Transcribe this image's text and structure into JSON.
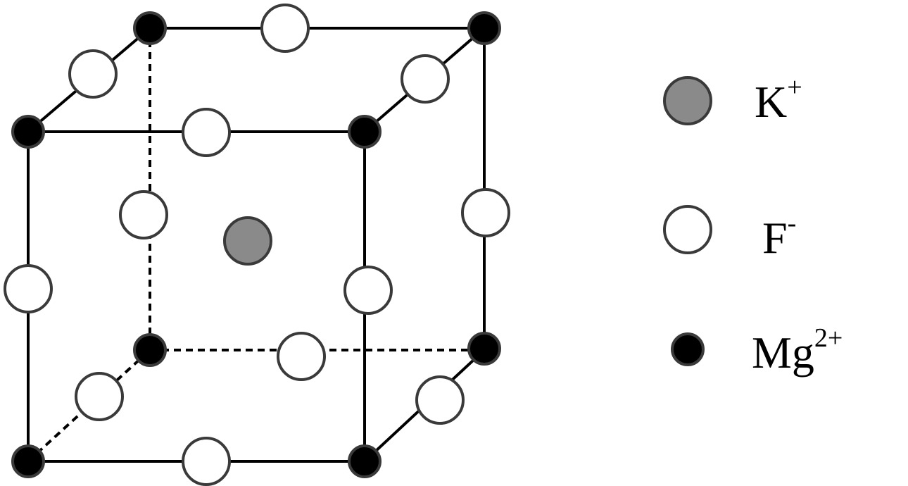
{
  "colors": {
    "k_ion": "#8a8a8a",
    "f_ion": "#ffffff",
    "mg_ion": "#000000",
    "outline": "#3a3a3a",
    "edge": "#000000"
  },
  "legend": {
    "items": [
      {
        "ion": "k",
        "symbol": "K",
        "charge": "+"
      },
      {
        "ion": "f",
        "symbol": "F",
        "charge": "-"
      },
      {
        "ion": "mg",
        "symbol": "Mg",
        "charge": "2+"
      }
    ]
  }
}
